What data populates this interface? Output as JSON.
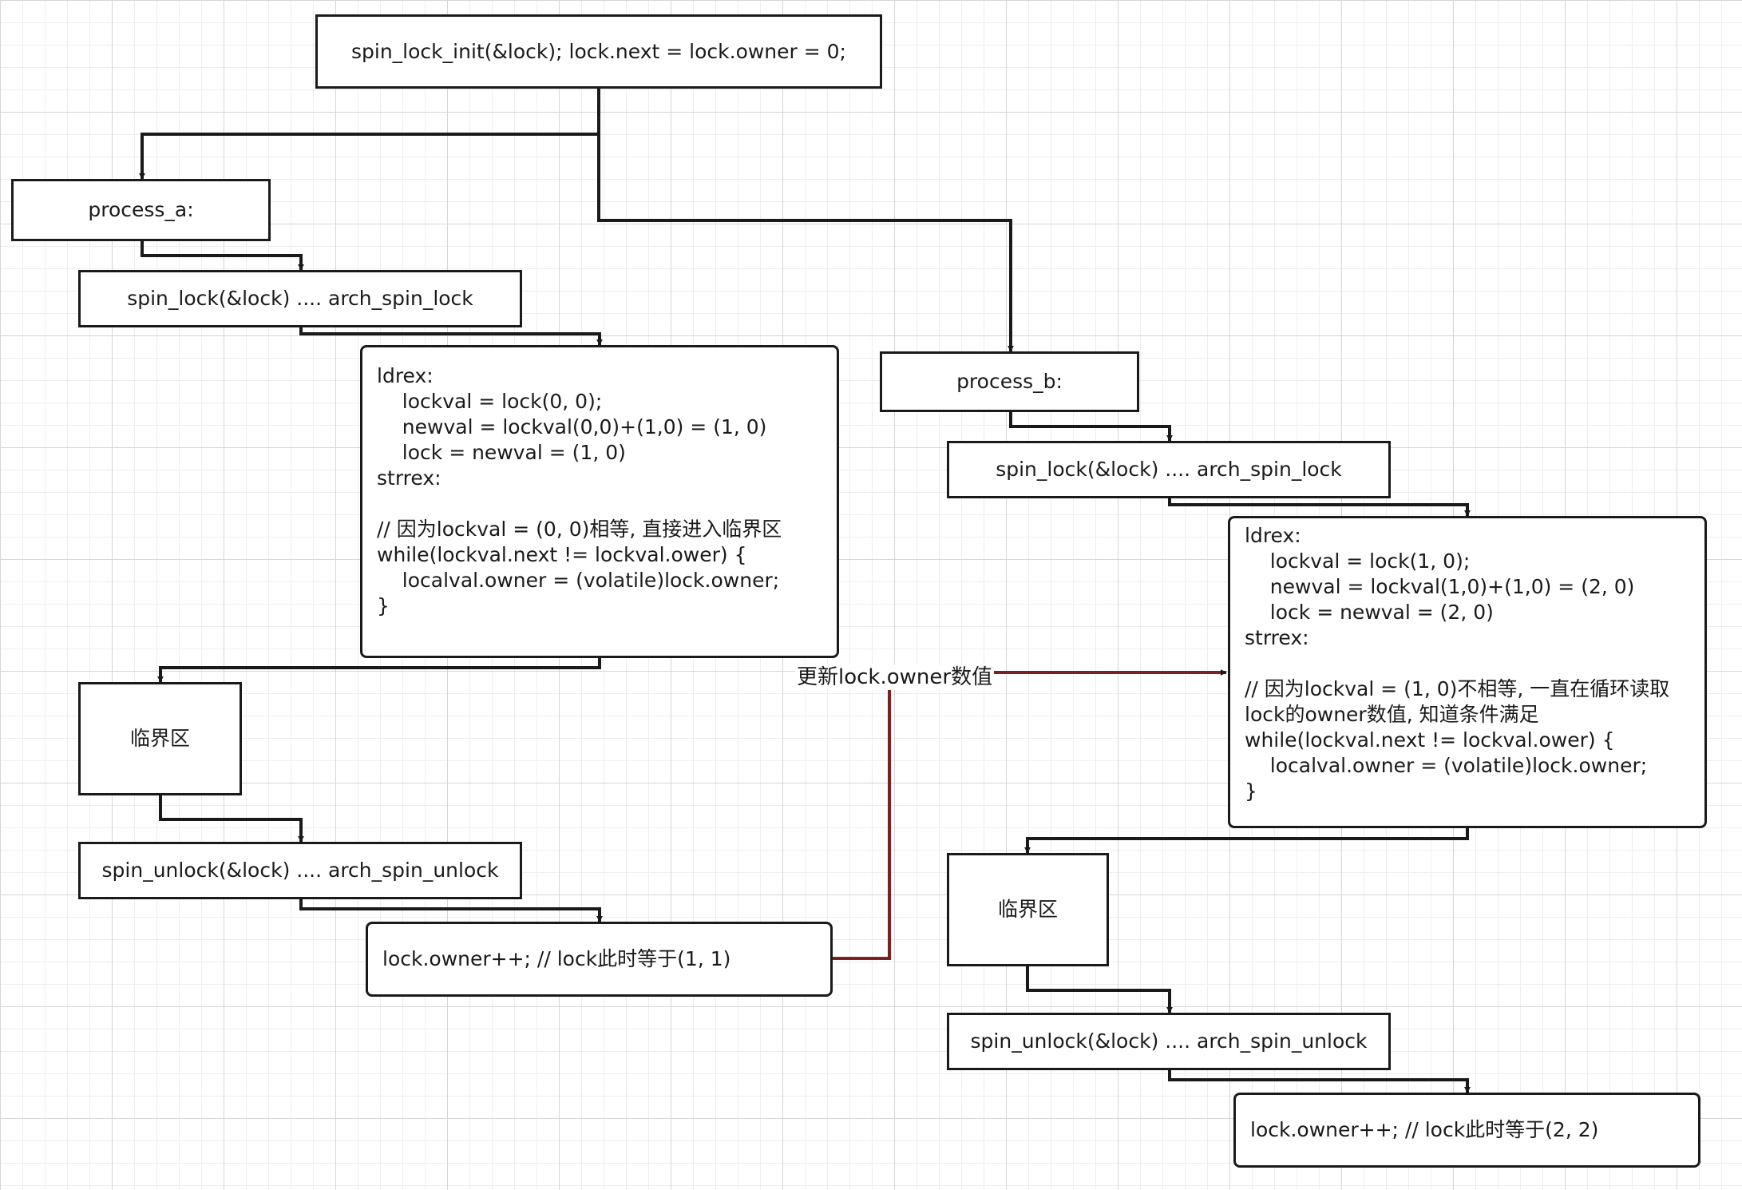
{
  "colors": {
    "stroke": "#1a1a1a",
    "highlight_edge": "#7a2222",
    "grid": "#d6d6d6"
  },
  "nodes": {
    "init": "spin_lock_init(&lock); lock.next = lock.owner = 0;",
    "process_a": "process_a:",
    "process_a_spin_lock": "spin_lock(&lock) .... arch_spin_lock",
    "process_a_code": [
      "ldrex:",
      "    lockval = lock(0, 0);",
      "    newval = lockval(0,0)+(1,0) = (1, 0)",
      "    lock = newval = (1, 0)",
      "strrex:",
      "",
      "// 因为lockval = (0, 0)相等, 直接进入临界区",
      "while(lockval.next != lockval.ower) {",
      "    localval.owner = (volatile)lock.owner;",
      "}"
    ],
    "process_a_critical": "临界区",
    "process_a_spin_unlock": "spin_unlock(&lock) .... arch_spin_unlock",
    "process_a_owner_inc": "lock.owner++; // lock此时等于(1, 1)",
    "process_b": "process_b:",
    "process_b_spin_lock": "spin_lock(&lock) .... arch_spin_lock",
    "process_b_code": [
      "ldrex:",
      "    lockval = lock(1, 0);",
      "    newval = lockval(1,0)+(1,0) = (2, 0)",
      "    lock = newval = (2, 0)",
      "strrex:",
      "",
      "// 因为lockval = (1, 0)不相等, 一直在循环读取",
      "lock的owner数值, 知道条件满足",
      "while(lockval.next != lockval.ower) {",
      "    localval.owner = (volatile)lock.owner;",
      "}"
    ],
    "process_b_critical": "临界区",
    "process_b_spin_unlock": "spin_unlock(&lock) .... arch_spin_unlock",
    "process_b_owner_inc": "lock.owner++; // lock此时等于(2, 2)"
  },
  "edge_label": "更新lock.owner数值"
}
